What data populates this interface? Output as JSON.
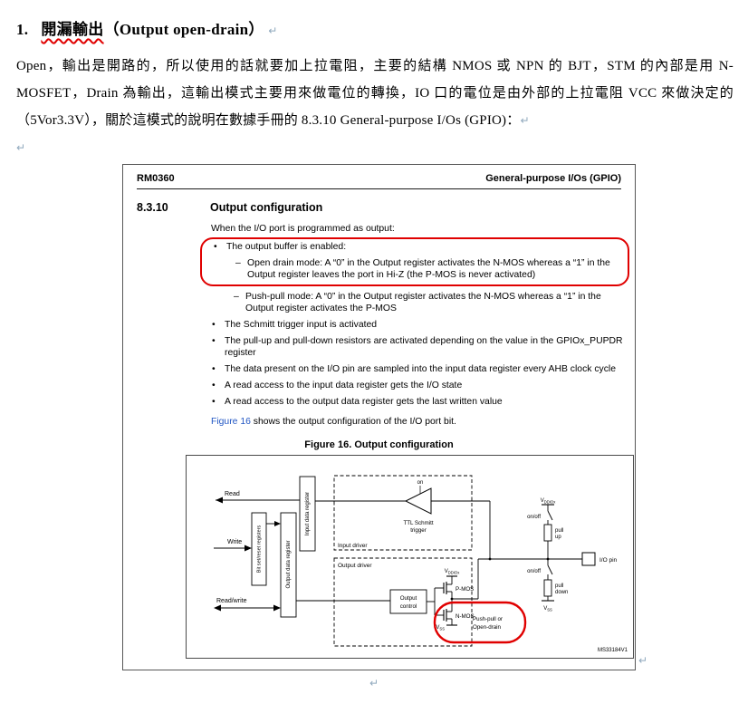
{
  "document": {
    "heading": {
      "number": "1.",
      "title": "開漏輸出",
      "suffix": "（Output open-drain）",
      "para_mark": "↵"
    },
    "body": "Open，輸出是開路的，所以使用的話就要加上拉電阻，主要的結構 NMOS 或 NPN 的 BJT，STM 的內部是用 N-MOSFET，Drain 為輸出，這輸出模式主要用來做電位的轉換，IO 口的電位是由外部的上拉電阻 VCC 來做決定的（5Vor3.3V），關於這模式的說明在數據手冊的 8.3.10 General-purpose I/Os (GPIO)：",
    "para_mark": "↵"
  },
  "manual": {
    "header": {
      "doc_id": "RM0360",
      "chapter": "General-purpose I/Os (GPIO)"
    },
    "section": {
      "number": "8.3.10",
      "title": "Output configuration"
    },
    "intro": "When the I/O port is programmed as output:",
    "markers": {
      "bullet": "•",
      "dash": "–"
    },
    "bullets": [
      {
        "text": "The output buffer is enabled:",
        "subs": [
          "Open drain mode: A “0” in the Output register activates the N-MOS whereas a “1” in the Output register leaves the port in Hi-Z (the P-MOS is never activated)",
          "Push-pull mode: A “0” in the Output register activates the N-MOS whereas a “1” in the Output register activates the P-MOS"
        ]
      },
      {
        "text": "The Schmitt trigger input is activated"
      },
      {
        "text": "The pull-up and pull-down resistors are activated depending on the value in the GPIOx_PUPDR register"
      },
      {
        "text": "The data present on the I/O pin are sampled into the input data register every AHB clock cycle"
      },
      {
        "text": "A read access to the input data register gets the I/O state"
      },
      {
        "text": "A read access to the output data register gets the last written value"
      }
    ],
    "figure_ref": {
      "link": "Figure 16",
      "rest": " shows the output configuration of the I/O port bit."
    },
    "figure": {
      "caption": "Figure 16. Output configuration",
      "watermark": "MS33184V1",
      "labels": {
        "read": "Read",
        "write": "Write",
        "read_write": "Read/write",
        "input_data_register": "Input data register",
        "bit_set_reset": "Bit set/reset registers",
        "output_data_register": "Output data register",
        "on": "on",
        "ttl_schmitt_1": "TTL Schmitt",
        "ttl_schmitt_2": "trigger",
        "input_driver": "Input driver",
        "output_driver": "Output driver",
        "output_control_1": "Output",
        "output_control_2": "control",
        "vdd_v": "V",
        "vdd_sub": "DDIOx",
        "vss_v": "V",
        "vss_sub": "SS",
        "on_off": "on/off",
        "pull_1": "pull",
        "pull_up_2": "up",
        "pull_down_2": "down",
        "pmos": "P-MOS",
        "nmos": "N-MOS",
        "pushpull_1": "Push-pull or",
        "pushpull_2": "Open-drain",
        "io_pin": "I/O pin"
      }
    }
  },
  "colors": {
    "annotation_red": "#e00000",
    "link_blue": "#2257c4",
    "mark_blue": "#8fa8bd"
  }
}
